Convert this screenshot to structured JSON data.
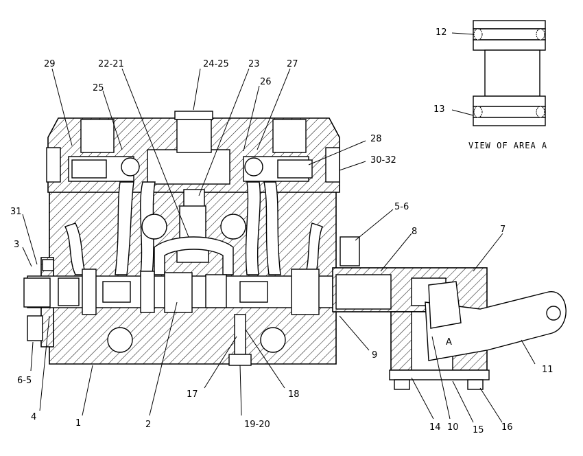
{
  "caption": "VIEW OF AREA A",
  "area_marker": "A",
  "callouts": [
    {
      "id": "1",
      "text": "1"
    },
    {
      "id": "2",
      "text": "2"
    },
    {
      "id": "3",
      "text": "3"
    },
    {
      "id": "4",
      "text": "4"
    },
    {
      "id": "6-5",
      "text": "6-5"
    },
    {
      "id": "5-6",
      "text": "5-6"
    },
    {
      "id": "7",
      "text": "7"
    },
    {
      "id": "8",
      "text": "8"
    },
    {
      "id": "9",
      "text": "9"
    },
    {
      "id": "10",
      "text": "10"
    },
    {
      "id": "11",
      "text": "11"
    },
    {
      "id": "12",
      "text": "12"
    },
    {
      "id": "13",
      "text": "13"
    },
    {
      "id": "14",
      "text": "14"
    },
    {
      "id": "15",
      "text": "15"
    },
    {
      "id": "16",
      "text": "16"
    },
    {
      "id": "17",
      "text": "17"
    },
    {
      "id": "18",
      "text": "18"
    },
    {
      "id": "19-20",
      "text": "19-20"
    },
    {
      "id": "22-21",
      "text": "22-21"
    },
    {
      "id": "23",
      "text": "23"
    },
    {
      "id": "24-25",
      "text": "24-25"
    },
    {
      "id": "25",
      "text": "25"
    },
    {
      "id": "26",
      "text": "26"
    },
    {
      "id": "27",
      "text": "27"
    },
    {
      "id": "28",
      "text": "28"
    },
    {
      "id": "29",
      "text": "29"
    },
    {
      "id": "30-32",
      "text": "30-32"
    },
    {
      "id": "31",
      "text": "31"
    }
  ]
}
